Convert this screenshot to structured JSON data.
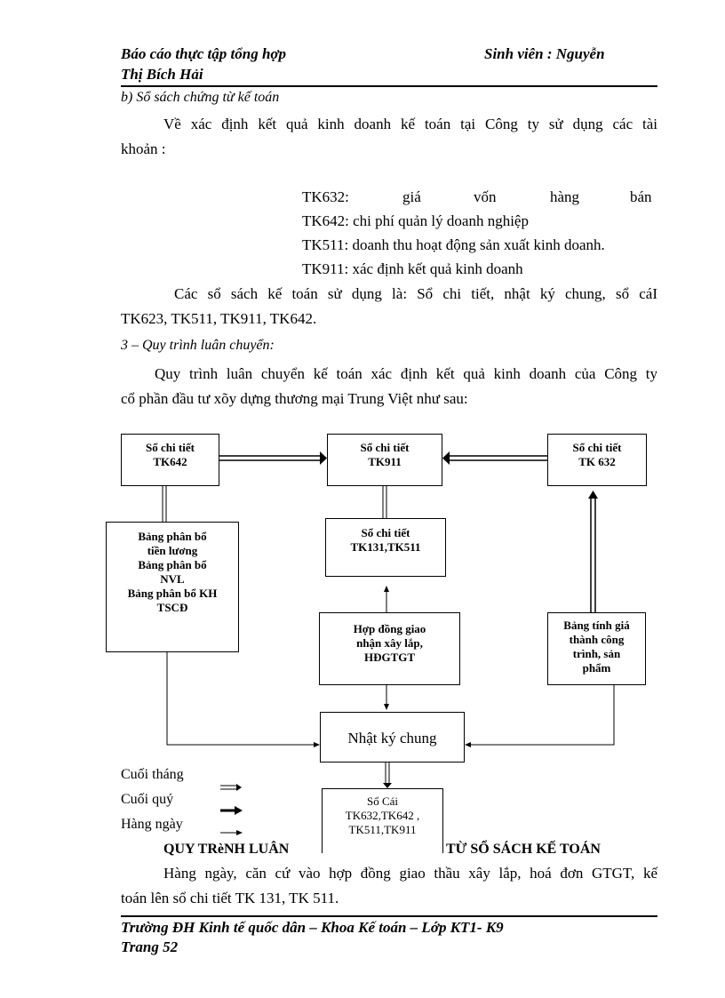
{
  "header": {
    "left": "Báo cáo thực tập tổng hợp",
    "right": "Sinh viên : Nguyễn",
    "second_line": "Thị Bích Hải"
  },
  "section_b_title": "b) Sổ sách chứng từ kế toán",
  "intro_line1": "Về xác định kết quả kinh doanh kế toán tại Công ty sử dụng các tài",
  "intro_line2": "khoản :",
  "accounts": {
    "tk632_code": "TK632:",
    "tk632_w1": "giá",
    "tk632_w2": "vốn",
    "tk632_w3": "hàng",
    "tk632_w4": "bán",
    "tk642": "TK642: chi phí quản lý doanh nghiệp",
    "tk511": "TK511: doanh thu hoạt động sản xuất kinh doanh.",
    "tk911": "TK911: xác định kết quả kinh doanh"
  },
  "books_line1": "Các sổ sách kế toán sử dụng là: Sổ chi tiết, nhật ký chung, sổ cáI",
  "books_line2": "TK623, TK511, TK911, TK642.",
  "section3_title": "3 – Quy trình luân chuyển:",
  "process_line1": "Quy trình luân chuyển kế toán xác định kết quả kinh doanh của Công ty",
  "process_line2": "cổ phần đầu tư xõy dựng thương mại Trung Việt như sau:",
  "diagram": {
    "box_tk642": [
      "Sổ chi tiết",
      "TK642"
    ],
    "box_tk911": [
      "Sổ chi tiết",
      "TK911"
    ],
    "box_tk632": [
      "Sổ chi tiết",
      "TK 632"
    ],
    "box_bangphanbo": [
      "Bảng phân bổ",
      "tiền lương",
      "Bảng phân bổ",
      "NVL",
      "Bảng phân bổ KH",
      "TSCĐ"
    ],
    "box_tk131": [
      "Sổ chi tiết",
      "TK131,TK511"
    ],
    "box_hopdong": [
      "Hợp đồng giao",
      "nhận xây lắp,",
      "HĐGTGT"
    ],
    "box_bangtinh": [
      "Bảng tính giá",
      "thành công",
      "trình, sản",
      "phẩm"
    ],
    "box_nhatky": "Nhật ký chung",
    "box_socai": [
      "Sổ Cái",
      "TK632,TK642 ,",
      "TK511,TK911"
    ]
  },
  "legend": {
    "end_of_month": "Cuối tháng",
    "end_of_quarter": "Cuối quý",
    "daily": "Hàng ngày"
  },
  "caption_left": "QUY TRèNH LUÂN",
  "caption_right": "TỪ SỔ SÁCH KẾ TOÁN",
  "daily_line1": "Hàng ngày, căn cứ vào hợp đồng giao thầu xây lắp, hoá đơn GTGT, kế",
  "daily_line2": "toán lên sổ chi tiết TK 131, TK 511.",
  "footer": {
    "line1": "Trường ĐH Kinh tế quốc dân – Khoa Kế toán – Lớp KT1- K9",
    "line2": "Trang  52"
  }
}
